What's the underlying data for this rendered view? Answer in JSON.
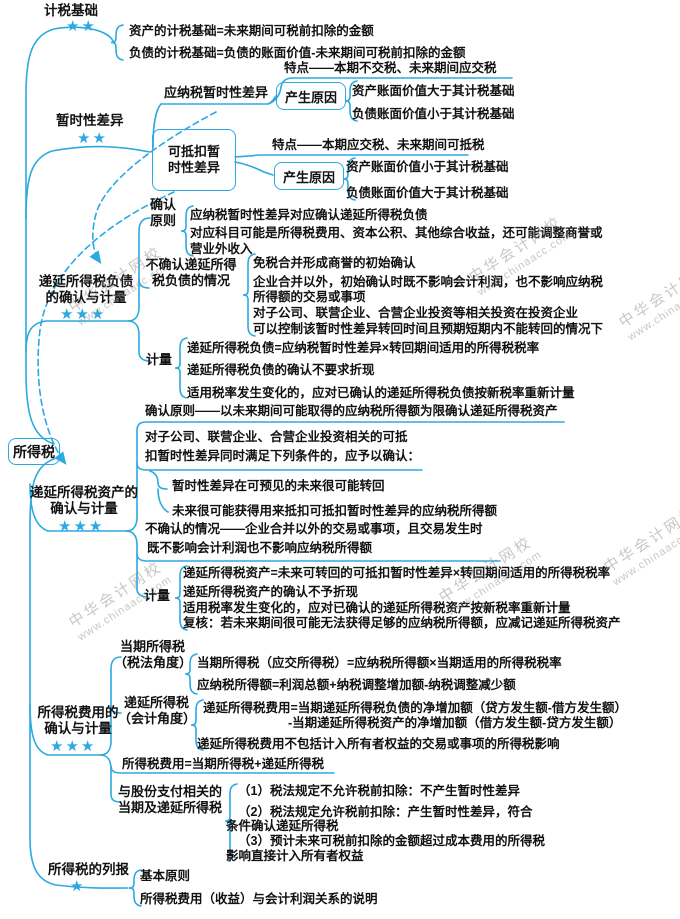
{
  "root": "所得税",
  "colors": {
    "accent": "#2BA9E1",
    "text": "#111111"
  },
  "watermark": {
    "line1": "中华会计网校",
    "line2": "www.chinaacc.com"
  },
  "branches": [
    {
      "label": "计税基础",
      "stars": "★★",
      "items": [
        "资产的计税基础=未来期间可税前扣除的金额",
        "负债的计税基础=负债的账面价值-未来期间可税前扣除的金额"
      ]
    },
    {
      "label": "暂时性差异",
      "stars": "★★",
      "children": [
        {
          "label": "应纳税暂时性差异",
          "feature": "特点——本期不交税、未来期间应交税",
          "cause_label": "产生原因",
          "causes": [
            "资产账面价值大于其计税基础",
            "负债账面价值小于其计税基础"
          ]
        },
        {
          "label": "可抵扣暂时性差异",
          "feature": "特点——本期应交税、未来期间可抵税",
          "cause_label": "产生原因",
          "causes": [
            "资产账面价值小于其计税基础",
            "负债账面价值大于其计税基础"
          ]
        }
      ]
    },
    {
      "label": "递延所得税负债的确认与计量",
      "stars": "★★★",
      "sections": [
        {
          "label": "确认原则",
          "lines": [
            "应纳税暂时性差异对应确认递延所得税负债",
            "对应科目可能是所得税费用、资本公积、其他综合收益，还可能调整商誉或",
            "营业外收入"
          ]
        },
        {
          "label": "不确认递延所得税负债的情况",
          "lines": [
            "免税合并形成商誉的初始确认",
            "企业合并以外，初始确认时既不影响会计利润，也不影响应纳税",
            "所得额的交易或事项",
            "对子公司、联营企业、合营企业投资等相关投资在投资企业",
            "可以控制该暂时性差异转回时间且预期短期内不能转回的情况下"
          ]
        },
        {
          "label": "计量",
          "lines": [
            "递延所得税负债=应纳税暂时性差异×转回期间适用的所得税税率",
            "递延所得税负债的确认不要求折现",
            "适用税率发生变化的，应对已确认的递延所得税负债按新税率重新计量"
          ]
        }
      ]
    },
    {
      "label": "递延所得税资产的确认与计量",
      "stars": "★★★",
      "principle": "确认原则——以未来期间可能取得的应纳税所得额为限确认递延所得税资产",
      "invest_1": "对子公司、联营企业、合营企业投资相关的可抵",
      "invest_2": "扣暂时性差异同时满足下列条件的，应予以确认：",
      "conditions": [
        "暂时性差异在可预见的未来很可能转回",
        "未来很可能获得用来抵扣可抵扣暂时性差异的应纳税所得额"
      ],
      "no_recognition_1": "不确认的情况——企业合并以外的交易或事项，且交易发生时",
      "no_recognition_2": "既不影响会计利润也不影响应纳税所得额",
      "measure_label": "计量",
      "measure": [
        "递延所得税资产=未来可转回的可抵扣暂时性差异×转回期间适用的所得税税率",
        "递延所得税资产的确认不予折现",
        "适用税率发生变化的，应对已确认的递延所得税资产按新税率重新计量",
        "复核：若未来期间很可能无法获得足够的应纳税所得额，应减记递延所得税资产"
      ]
    },
    {
      "label": "所得税费用的确认与计量",
      "stars": "★★★",
      "current_label": [
        "当期所得税",
        "（税法角度）"
      ],
      "current": [
        "当期所得税（应交所得税）=应纳税所得额×当期适用的所得税税率",
        "应纳税所得额=利润总额+纳税调整增加额-纳税调整减少额"
      ],
      "deferred_label": [
        "递延所得税",
        "（会计角度）"
      ],
      "deferred": [
        "递延所得税费用=当期递延所得税负债的净增加额（贷方发生额-借方发生额）",
        "-当期递延所得税资产的净增加额（借方发生额-贷方发生额）",
        "递延所得税费用不包括计入所有者权益的交易或事项的所得税影响"
      ],
      "formula": "所得税费用=当期所得税+递延所得税",
      "share_label": [
        "与股份支付相关的",
        "当期及递延所得税"
      ],
      "share": [
        "（1）税法规定不允许税前扣除：不产生暂时性差异",
        "（2）税法规定允许税前扣除：产生暂时性差异，符合",
        "条件确认递延所得税",
        "（3）预计未来可税前扣除的金额超过成本费用的所得税",
        "影响直接计入所有者权益"
      ]
    },
    {
      "label": "所得税的列报",
      "stars": "★",
      "items": [
        "基本原则",
        "所得税费用（收益）与会计利润关系的说明"
      ]
    }
  ]
}
